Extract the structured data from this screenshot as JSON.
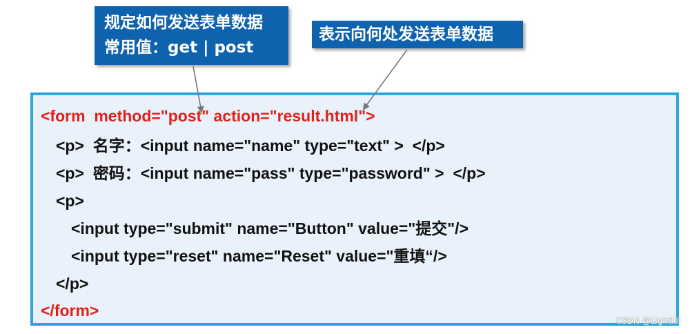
{
  "callouts": {
    "method": {
      "line1": "规定如何发送表单数据",
      "line2": "常用值：get  | post"
    },
    "action": {
      "line1": "表示向何处发送表单数据"
    }
  },
  "code": {
    "lines": [
      "<form  method=\"post\" action=\"result.html\">",
      "<p>  名字：<input name=\"name\" type=\"text\" >  </p>",
      "<p>  密码：<input name=\"pass\" type=\"password\" >  </p>",
      "<p>",
      "<input type=\"submit\" name=\"Button\" value=\"提交\"/>",
      "<input type=\"reset\" name=\"Reset\" value=\"重填“/>",
      "</p>",
      "</form>"
    ]
  },
  "watermark": "CSDN @Lightllll",
  "colors": {
    "callout_bg": "#0f62ad",
    "box_border": "#2aa6dd",
    "box_bg": "#e9f1fa",
    "tag_red": "#e0211b"
  }
}
